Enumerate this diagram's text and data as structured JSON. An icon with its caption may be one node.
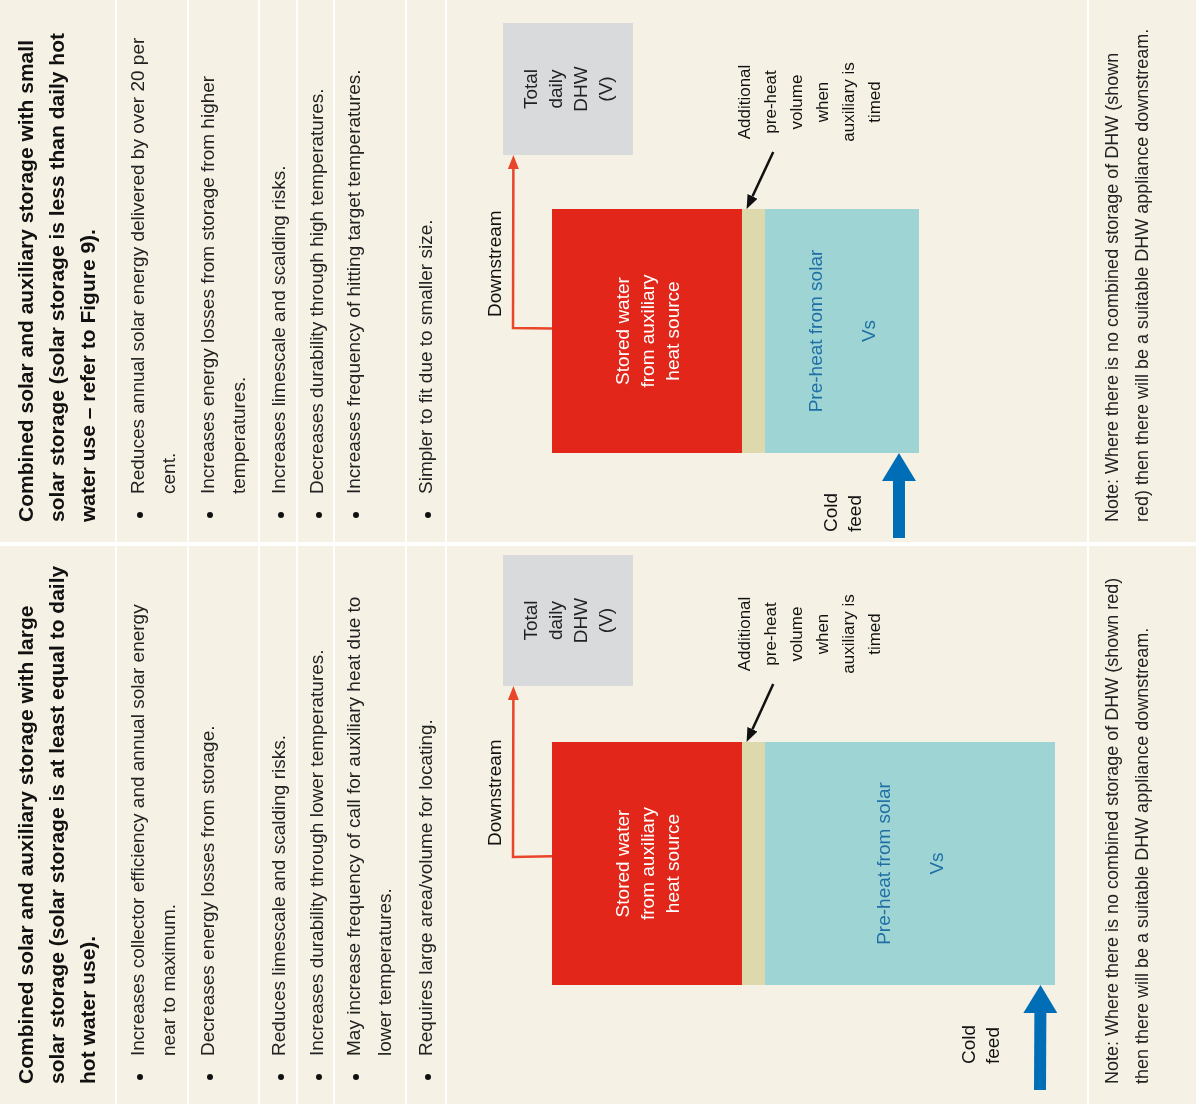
{
  "diagram": {
    "nodes": [
      {
        "text": [
          "Total daily DHW (V)"
        ]
      },
      {
        "text": [
          "Additional pre-heat volume when auxiliary is timed"
        ]
      },
      {
        "text": [
          "Stored water from auxiliary heat source"
        ]
      },
      {
        "text": [],
        "shape": "bar"
      },
      {
        "text": [
          "Pre-heat from solar",
          "Vs"
        ]
      },
      {
        "text": [
          "Total daily DHW (V)"
        ]
      },
      {
        "text": [
          "Additional pre-heat volume when auxiliary is timed"
        ]
      },
      {
        "text": [
          "Stored water from auxiliary heat source"
        ]
      },
      {
        "text": [],
        "shape": "bar"
      },
      {
        "text": [
          "Pre-heat from solar",
          "Vs"
        ]
      }
    ],
    "edges": [
      {
        "from": 2,
        "to": 0,
        "arrow": "to",
        "label": "Downstream",
        "color": "#e8452a"
      },
      {
        "from": 1,
        "to": 3,
        "arrow": "to",
        "color": "#111111"
      },
      {
        "from": null,
        "to": 4,
        "arrow": "to",
        "label": "Cold feed",
        "style": "thick",
        "color": "#006eb6"
      },
      {
        "from": 7,
        "to": 5,
        "arrow": "to",
        "label": "Downstream",
        "color": "#e8452a"
      },
      {
        "from": 6,
        "to": 8,
        "arrow": "to",
        "color": "#111111"
      },
      {
        "from": null,
        "to": 9,
        "arrow": "to",
        "label": "Cold feed",
        "style": "thick",
        "color": "#006eb6"
      }
    ],
    "labels": [
      "Combined solar and auxiliary storage with large solar storage (solar storage is at least equal to daily hot water use).",
      "Combined solar and auxiliary storage with small solar storage (solar storage is less than daily hot water use – refer to Figure 9).",
      "Increases collector efficiency and annual solar energy near to maximum.",
      "Reduces annual solar energy delivered by over 20 per cent.",
      "Decreases energy losses from storage.",
      "Increases energy losses from storage from higher temperatures.",
      "Reduces limescale and scalding risks.",
      "Increases limescale and scalding risks.",
      "Increases durability through lower temperatures.",
      "Decreases durability through high temperatures.",
      "May increase frequency of call for auxiliary heat due to lower temperatures.",
      "Increases frequency of hitting target temperatures.",
      "Requires large area/volume for locating.",
      "Simpler to fit due to smaller size.",
      "Note: Where there is no combined storage of DHW (shown red) then there will be a suitable DHW appliance downstream.",
      "Note: Where there is no combined storage of DHW (shown red) then there will be a suitable DHW appliance downstream."
    ]
  }
}
